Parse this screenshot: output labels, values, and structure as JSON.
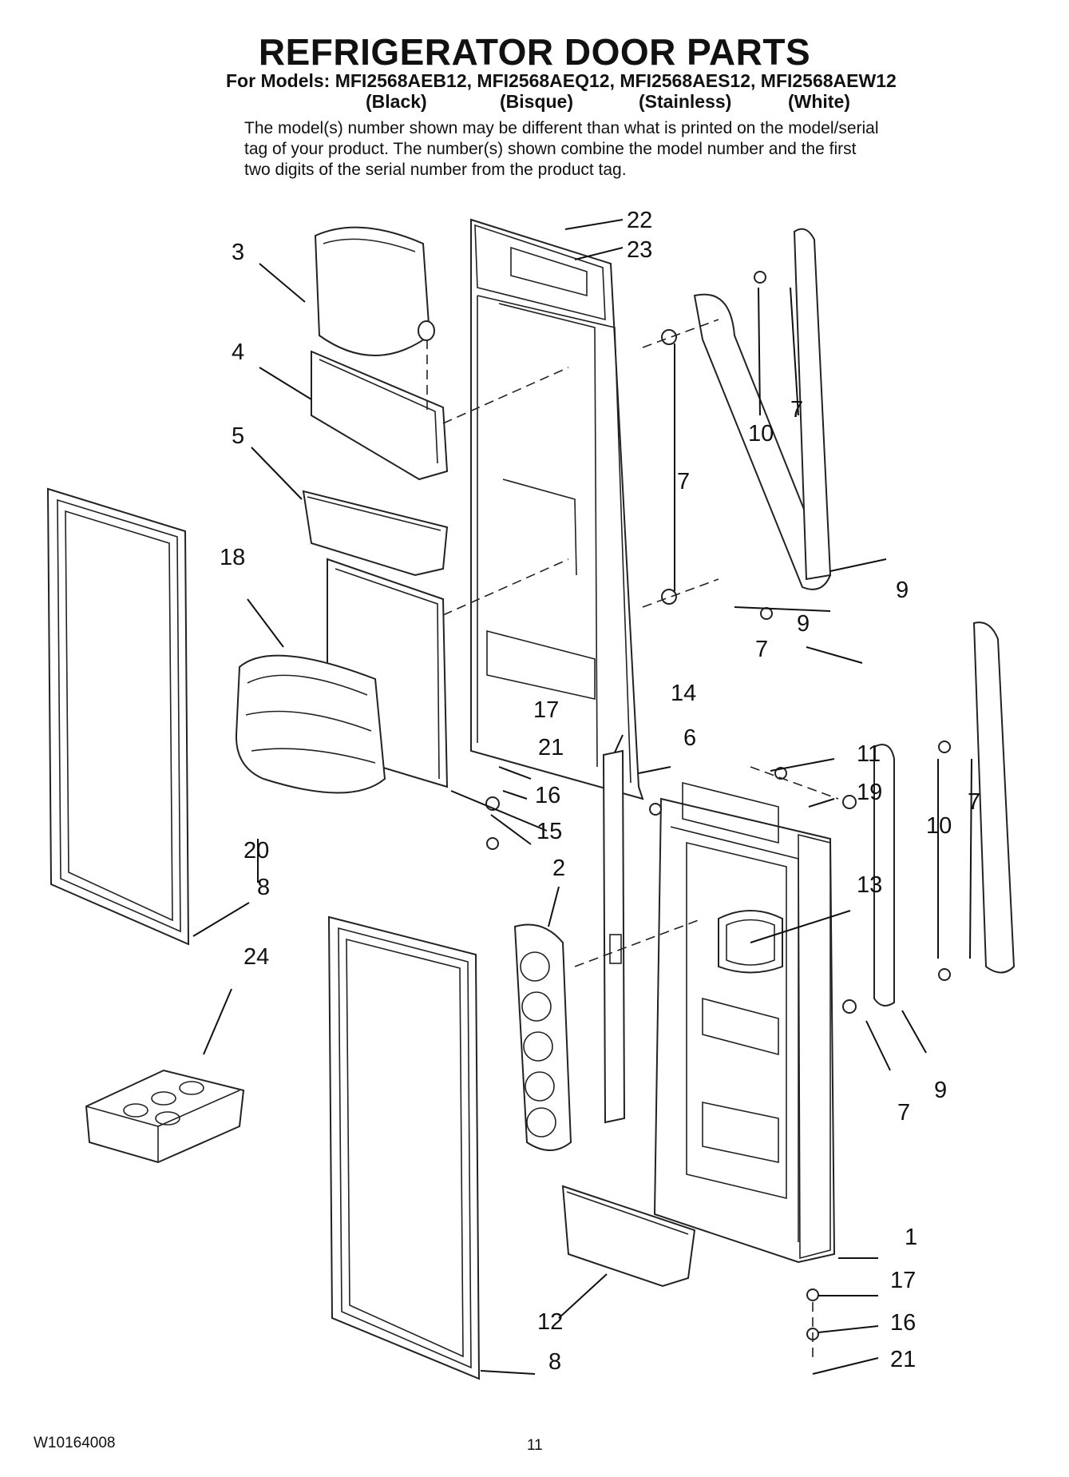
{
  "header": {
    "title": "REFRIGERATOR DOOR PARTS",
    "models_line": "For Models: MFI2568AEB12, MFI2568AEQ12, MFI2568AES12, MFI2568AEW12",
    "colors": [
      "(Black)",
      "(Bisque)",
      "(Stainless)",
      "(White)"
    ],
    "note": "The model(s) number shown may be different than what is printed on the model/serial tag of your product. The number(s) shown combine the model number and the first two digits of the serial number from the product tag."
  },
  "callouts": {
    "c22": "22",
    "c23": "23",
    "c3": "3",
    "c4": "4",
    "c5": "5",
    "c10a": "10",
    "c7a": "7",
    "c7b": "7",
    "c9a": "9",
    "c9b": "9",
    "c7c": "7",
    "c18": "18",
    "c17a": "17",
    "c21a": "21",
    "c16a": "16",
    "c14": "14",
    "c6": "6",
    "c11": "11",
    "c19": "19",
    "c15": "15",
    "c20": "20",
    "c8a": "8",
    "c2": "2",
    "c13": "13",
    "c10b": "10",
    "c7d": "7",
    "c24": "24",
    "c9c": "9",
    "c7e": "7",
    "c1": "1",
    "c17b": "17",
    "c16b": "16",
    "c12": "12",
    "c21b": "21",
    "c8b": "8"
  },
  "footer": {
    "doc_code": "W10164008",
    "page_number": "11"
  }
}
